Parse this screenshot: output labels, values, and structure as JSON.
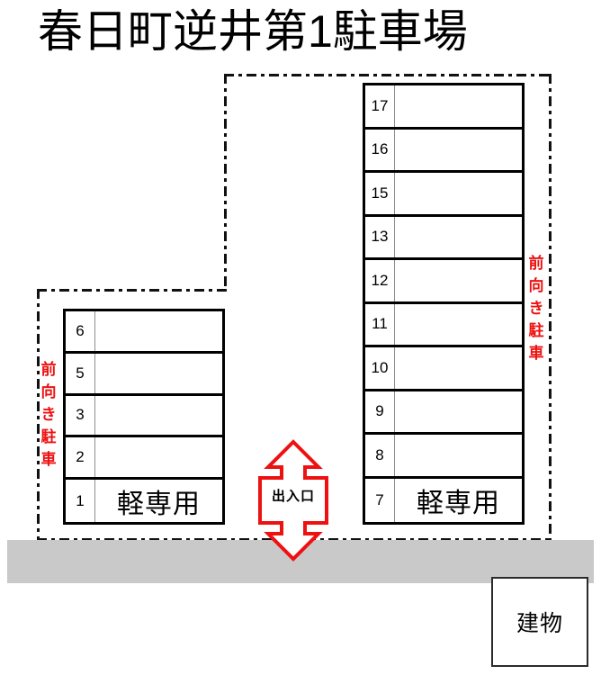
{
  "title": "春日町逆井第1駐車場",
  "colors": {
    "red": "#ee1111",
    "road_gray": "#c9c9c9",
    "line_black": "#000000"
  },
  "left_block": {
    "name": "left-parking-block",
    "note": "前向き駐車",
    "stalls": [
      {
        "number": "6",
        "label": ""
      },
      {
        "number": "5",
        "label": ""
      },
      {
        "number": "3",
        "label": ""
      },
      {
        "number": "2",
        "label": ""
      },
      {
        "number": "1",
        "label": "軽専用"
      }
    ]
  },
  "right_block": {
    "name": "right-parking-block",
    "note": "前向き駐車",
    "stalls": [
      {
        "number": "17",
        "label": ""
      },
      {
        "number": "16",
        "label": ""
      },
      {
        "number": "15",
        "label": ""
      },
      {
        "number": "13",
        "label": ""
      },
      {
        "number": "12",
        "label": ""
      },
      {
        "number": "11",
        "label": ""
      },
      {
        "number": "10",
        "label": ""
      },
      {
        "number": "9",
        "label": ""
      },
      {
        "number": "8",
        "label": ""
      },
      {
        "number": "7",
        "label": "軽専用"
      }
    ]
  },
  "entrance": {
    "label": "出入口"
  },
  "building": {
    "label": "建物"
  }
}
